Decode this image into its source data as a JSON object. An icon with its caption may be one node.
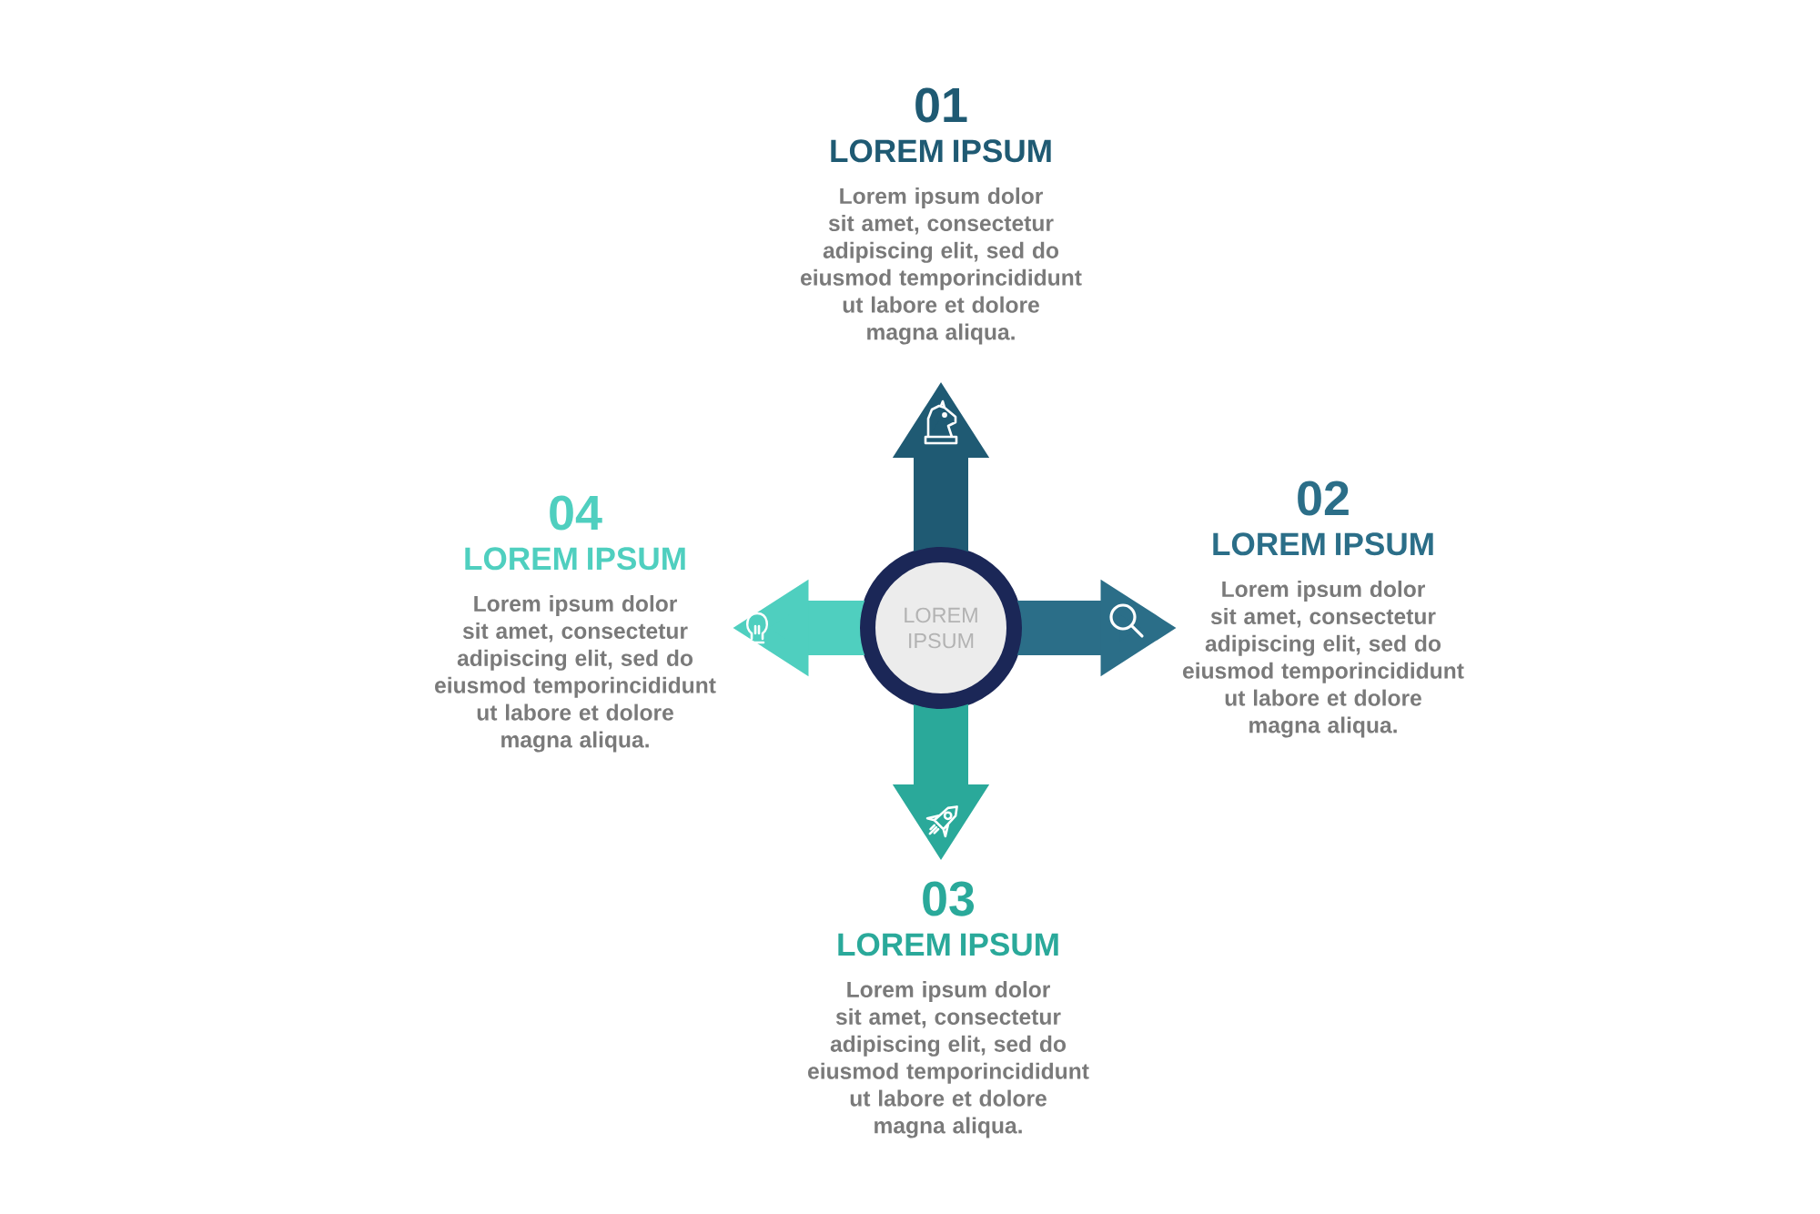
{
  "diagram": {
    "nodes": [
      {
        "text": [
          "LOREM IPSUM"
        ]
      },
      {
        "text": [
          "01",
          "LOREM IPSUM",
          "Lorem ipsum dolor sit amet, consectetur adipiscing elit, sed do eiusmod temporincididunt ut labore et dolore magna aliqua."
        ]
      },
      {
        "text": [
          "02",
          "LOREM IPSUM",
          "Lorem ipsum dolor sit amet, consectetur adipiscing elit, sed do eiusmod temporincididunt ut labore et dolore magna aliqua."
        ]
      },
      {
        "text": [
          "03",
          "LOREM IPSUM",
          "Lorem ipsum dolor sit amet, consectetur adipiscing elit, sed do eiusmod temporincididunt ut labore et dolore magna aliqua."
        ]
      },
      {
        "text": [
          "04",
          "LOREM IPSUM",
          "Lorem ipsum dolor sit amet, consectetur adipiscing elit, sed do eiusmod temporincididunt ut labore et dolore magna aliqua."
        ]
      }
    ],
    "edges": [
      {
        "from": 0,
        "to": 1,
        "arrow": "to",
        "color": "#1f5a73"
      },
      {
        "from": 0,
        "to": 2,
        "arrow": "to",
        "color": "#2b6e88"
      },
      {
        "from": 0,
        "to": 3,
        "arrow": "to",
        "color": "#2aa99a"
      },
      {
        "from": 0,
        "to": 4,
        "arrow": "to",
        "color": "#4fcfbf"
      }
    ]
  }
}
